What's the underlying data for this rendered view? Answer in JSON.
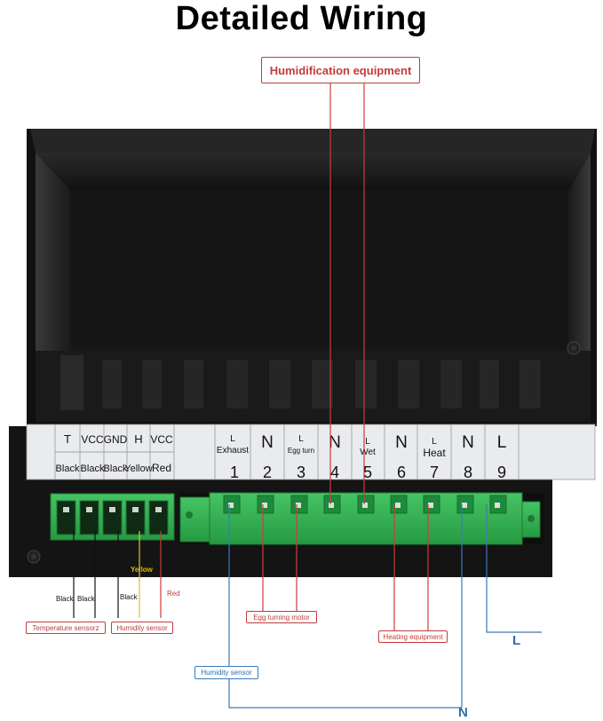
{
  "title": "Detailed Wiring",
  "labels": {
    "humidification": "Humidification equipment",
    "egg_motor": "Egg turning motor",
    "heating": "Heating equipment",
    "temp_sensor": "Temperature sensorz",
    "humidity_sensor_red": "Humidity sensor",
    "humidity_sensor_blue": "Humidity sensor",
    "line_L": "L",
    "line_N": "N"
  },
  "wire_colors": {
    "black1": "Black",
    "black2": "Black",
    "black3": "Black",
    "yellow": "Yellow",
    "red": "Red"
  },
  "sensor_terminals": {
    "top": [
      "T",
      "VCC",
      "GND",
      "H",
      "VCC"
    ],
    "bottom": [
      "Black",
      "Black",
      "Black",
      "Yellow",
      "Red"
    ]
  },
  "power_terminals": {
    "top_big": [
      "",
      "N",
      "",
      "N",
      "",
      "N",
      "",
      "N",
      "L"
    ],
    "top_small_L": [
      "L",
      "",
      "L",
      "",
      "L",
      "",
      "L",
      "",
      ""
    ],
    "top_caption": [
      "Exhaust",
      "",
      "Egg turn",
      "",
      "Wet",
      "",
      "Heat",
      "",
      ""
    ],
    "numbers": [
      "1",
      "2",
      "3",
      "4",
      "5",
      "6",
      "7",
      "8",
      "9"
    ]
  },
  "colors": {
    "red_line": "#d23a3a",
    "blue_line": "#3a7bb8",
    "terminal_green": "#34b354",
    "device_body": "#1d1d1d"
  }
}
